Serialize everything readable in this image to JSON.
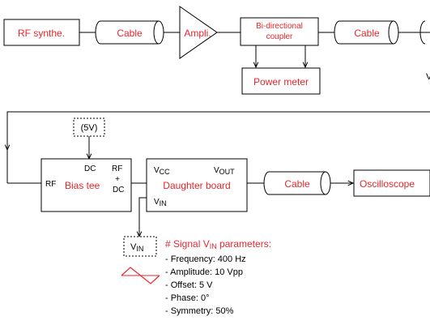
{
  "blocks": {
    "rf_synth": "RF synthe.",
    "cable": "Cable",
    "amplifier": "Ampli.",
    "coupler_line1": "Bi-directional",
    "coupler_line2": "coupler",
    "power_meter": "Power meter",
    "bias_tee": "Bias tee",
    "daughter_board": "Daughter board",
    "oscilloscope": "Oscilloscope"
  },
  "ports": {
    "rf_in": "RF",
    "dc": "DC",
    "rf_top": "RF",
    "plus": "+",
    "dc_bottom": "DC",
    "vcc_main": "V",
    "vcc_sub": "CC",
    "vout_main": "V",
    "vout_sub": "OUT",
    "vin_main": "V",
    "vin_sub": "IN",
    "edge_cut": "V"
  },
  "sources": {
    "dc_supply": "(5V)",
    "vin_main": "V",
    "vin_sub": "IN"
  },
  "signal": {
    "title_prefix": "# Signal V",
    "title_sub": "IN",
    "title_suffix": " parameters:",
    "params": [
      "- Frequency: 400 Hz",
      "- Amplitude: 10 Vpp",
      "- Offset: 5 V",
      "- Phase: 0°",
      "- Symmetry: 50%"
    ]
  }
}
